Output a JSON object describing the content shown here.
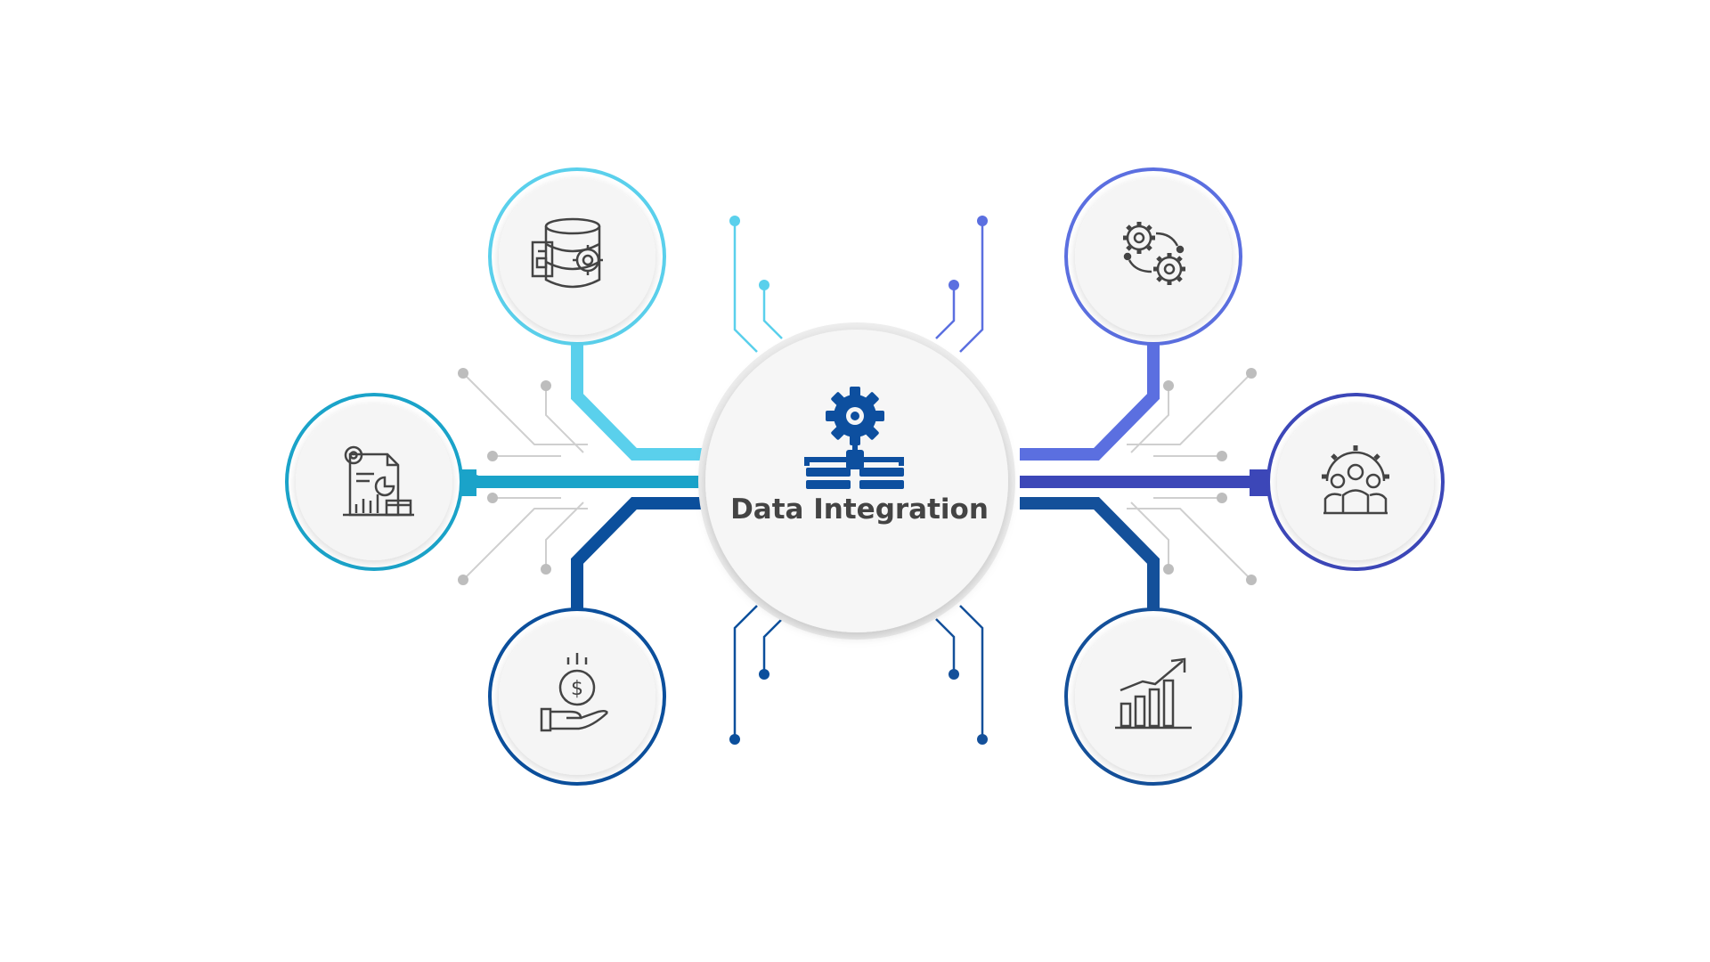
{
  "title": "Data Integration",
  "colors": {
    "cyan_light": "#5ad0ec",
    "cyan": "#1aa3c9",
    "blue_dark": "#0b4f9c",
    "periwinkle": "#5b6fe0",
    "indigo": "#3c47b8",
    "navy": "#14509a",
    "gray_line": "#c9c9c9",
    "gray_dot": "#bdbdbd",
    "center_icon": "#0d4f9f",
    "icon_stroke": "#444444"
  },
  "nodes": [
    {
      "id": "top-left",
      "icon": "database-gear-icon",
      "color": "cyan_light"
    },
    {
      "id": "mid-left",
      "icon": "report-analytics-icon",
      "color": "cyan"
    },
    {
      "id": "bottom-left",
      "icon": "hand-dollar-coin-icon",
      "color": "blue_dark"
    },
    {
      "id": "top-right",
      "icon": "gears-process-icon",
      "color": "periwinkle"
    },
    {
      "id": "mid-right",
      "icon": "team-gear-icon",
      "color": "indigo"
    },
    {
      "id": "bottom-right",
      "icon": "growth-chart-icon",
      "color": "navy"
    }
  ],
  "center_icon": "gear-network-icon"
}
